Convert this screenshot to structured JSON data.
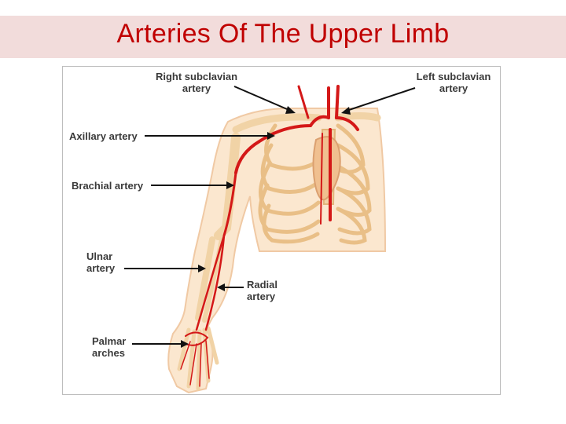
{
  "title": "Arteries Of The Upper Limb",
  "labels": {
    "right_subclavian": "Right subclavian\nartery",
    "left_subclavian": "Left subclavian\nartery",
    "axillary": "Axillary artery",
    "brachial": "Brachial artery",
    "ulnar": "Ulnar\nartery",
    "radial": "Radial\nartery",
    "palmar": "Palmar\narches"
  },
  "colors": {
    "title": "#c00000",
    "title_band": "#f2dcdb",
    "artery": "#d41818",
    "bone": "#f1d3a6",
    "skin": "#fbe7cf"
  }
}
